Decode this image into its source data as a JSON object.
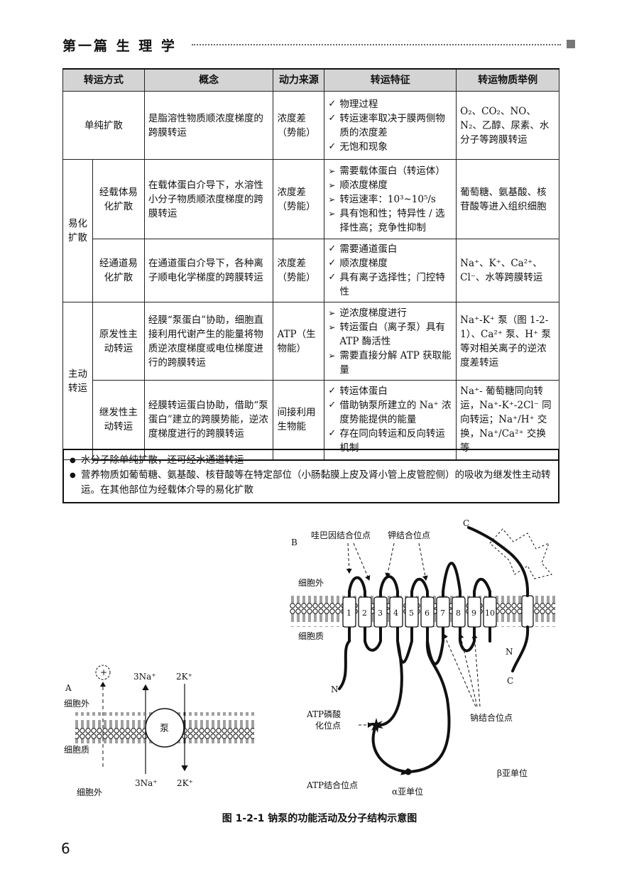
{
  "header": {
    "title": "第一篇  生  理  学"
  },
  "table": {
    "headers": [
      "转运方式",
      "概念",
      "动力来源",
      "转运特征",
      "转运物质举例"
    ],
    "simple": {
      "type": "单纯扩散",
      "concept": "是脂溶性物质顺浓度梯度的跨膜转运",
      "power": "浓度差（势能）",
      "features": [
        "物理过程",
        "转运速率取决于膜两侧物质的浓度差",
        "无饱和现象"
      ],
      "examples": "O₂、CO₂、NO、N₂、乙醇、尿素、水分子等跨膜转运"
    },
    "facilitated": {
      "group": "易化扩散",
      "carrier": {
        "type": "经载体易化扩散",
        "concept": "在载体蛋白介导下，水溶性小分子物质顺浓度梯度的跨膜转运",
        "power": "浓度差（势能）",
        "features": [
          "需要载体蛋白（转运体）",
          "顺浓度梯度",
          "转运速率：10³~10⁵/s",
          "具有饱和性；特异性 / 选择性高；竞争性抑制"
        ],
        "examples": "葡萄糖、氨基酸、核苷酸等进入组织细胞"
      },
      "channel": {
        "type": "经通道易化扩散",
        "concept": "在通道蛋白介导下，各种离子顺电化学梯度的跨膜转运",
        "power": "浓度差（势能）",
        "features": [
          "需要通道蛋白",
          "顺浓度梯度",
          "具有离子选择性；门控特性"
        ],
        "examples": "Na⁺、K⁺、Ca²⁺、Cl⁻、水等跨膜转运"
      }
    },
    "active": {
      "group": "主动转运",
      "primary": {
        "type": "原发性主动转运",
        "concept": "经膜“泵蛋白”协助，细胞直接利用代谢产生的能量将物质逆浓度梯度或电位梯度进行的跨膜转运",
        "power": "ATP（生物能）",
        "features": [
          "逆浓度梯度进行",
          "转运蛋白（离子泵）具有ATP 酶活性",
          "需要直接分解 ATP 获取能量"
        ],
        "examples": "Na⁺-K⁺ 泵（图 1-2-1）、Ca²⁺ 泵、H⁺ 泵等对相关离子的逆浓度差转运"
      },
      "secondary": {
        "type": "继发性主动转运",
        "concept": "经膜转运蛋白协助，借助“泵蛋白”建立的跨膜势能，逆浓度梯度进行的跨膜转运",
        "power": "间接利用生物能",
        "features": [
          "转运体蛋白",
          "借助钠泵所建立的 Na⁺ 浓度势能提供的能量",
          "存在同向转运和反向转运机制"
        ],
        "examples": "Na⁺- 葡萄糖同向转运，Na⁺-K⁺-2Cl⁻ 同向转运；Na⁺/H⁺ 交换，Na⁺/Ca²⁺ 交换等"
      }
    }
  },
  "notes": [
    "水分子除单纯扩散，还可经水通道转运",
    "营养物质如葡萄糖、氨基酸、核苷酸等在特定部位（小肠黏膜上皮及肾小管上皮管腔侧）的吸收为继发性主动转运。在其他部位为经载体介导的易化扩散"
  ],
  "figure": {
    "panel_a": {
      "label": "A",
      "extracellular_top": "细胞外",
      "cytoplasm": "细胞质",
      "extracellular_bottom": "细胞外",
      "pump": "泵",
      "plus": "+",
      "na_top": "3Na⁺",
      "k_top": "2K⁺",
      "na_bottom": "3Na⁺",
      "k_bottom": "2K⁺"
    },
    "panel_b": {
      "label": "B",
      "ouabain_site": "哇巴因结合位点",
      "k_site": "钾结合位点",
      "extracellular": "细胞外",
      "cytoplasm": "细胞质",
      "segments": [
        "1",
        "2",
        "3",
        "4",
        "5",
        "6",
        "7",
        "8",
        "9",
        "10"
      ],
      "c_top": "C",
      "n_beta": "N",
      "c_beta": "C",
      "n_alpha": "N",
      "atp_phos_1": "ATP磷酸",
      "atp_phos_2": "化位点",
      "na_site": "钠结合位点",
      "atp_bind": "ATP结合位点",
      "alpha": "α亚单位",
      "beta": "β亚单位"
    }
  },
  "caption": "图 1-2-1    钠泵的功能活动及分子结构示意图",
  "page_number": "6"
}
